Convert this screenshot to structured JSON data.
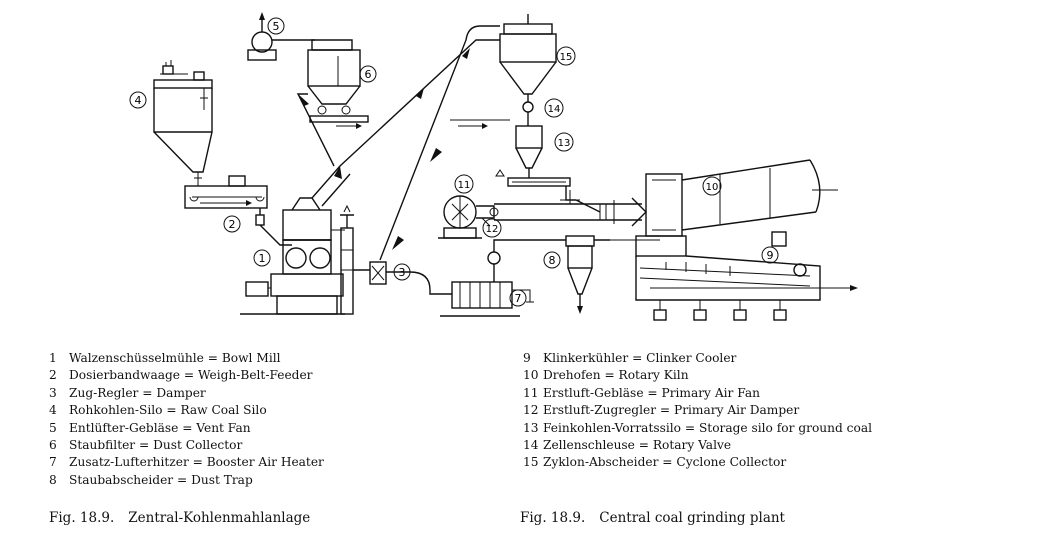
{
  "labels": [
    "1",
    "2",
    "3",
    "4",
    "5",
    "6",
    "7",
    "8",
    "9",
    "10",
    "11",
    "12",
    "13",
    "14",
    "15"
  ],
  "legend_left": [
    {
      "num": "1",
      "text": "Walzenschüsselmühle = Bowl Mill"
    },
    {
      "num": "2",
      "text": "Dosierbandwaage = Weigh-Belt-Feeder"
    },
    {
      "num": "3",
      "text": "Zug-Regler = Damper"
    },
    {
      "num": "4",
      "text": "Rohkohlen-Silo = Raw Coal Silo"
    },
    {
      "num": "5",
      "text": "Entlüfter-Gebläse = Vent Fan"
    },
    {
      "num": "6",
      "text": "Staubfilter = Dust Collector"
    },
    {
      "num": "7",
      "text": "Zusatz-Lufterhitzer = Booster Air Heater"
    },
    {
      "num": "8",
      "text": "Staubabscheider = Dust Trap"
    }
  ],
  "legend_right": [
    {
      "num": "9",
      "text": "Klinkerkühler = Clinker Cooler"
    },
    {
      "num": "10",
      "text": "Drehofen = Rotary Kiln"
    },
    {
      "num": "11",
      "text": "Erstluft-Gebläse = Primary Air Fan"
    },
    {
      "num": "12",
      "text": "Erstluft-Zugregler = Primary Air Damper"
    },
    {
      "num": "13",
      "text": "Feinkohlen-Vorratssilo = Storage silo for ground coal"
    },
    {
      "num": "14",
      "text": "Zellenschleuse = Rotary Valve"
    },
    {
      "num": "15",
      "text": "Zyklon-Abscheider = Cyclone Collector"
    }
  ],
  "caption_left": {
    "fig": "Fig. 18.9.",
    "title": "Zentral-Kohlenmahlanlage"
  },
  "caption_right": {
    "fig": "Fig. 18.9.",
    "title": "Central coal grinding plant"
  }
}
